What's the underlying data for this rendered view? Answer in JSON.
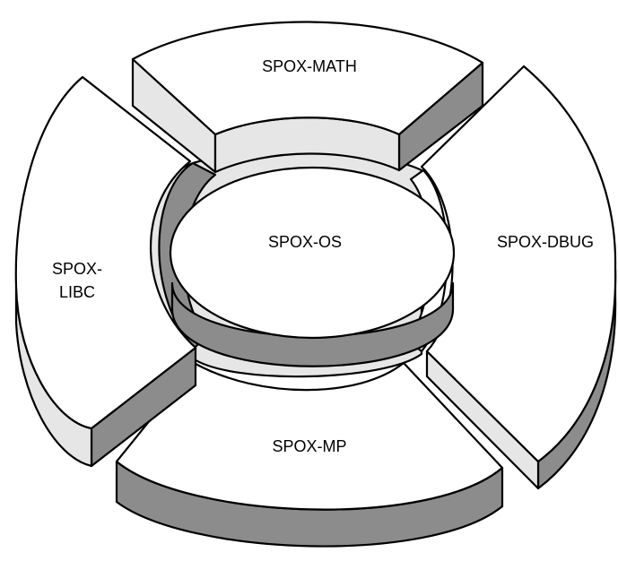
{
  "diagram": {
    "center": {
      "label": "SPOX-OS"
    },
    "segments": [
      {
        "id": "math",
        "label": "SPOX-MATH"
      },
      {
        "id": "dbug",
        "label": "SPOX-DBUG"
      },
      {
        "id": "mp",
        "label": "SPOX-MP"
      },
      {
        "id": "libc",
        "label_line1": "SPOX-",
        "label_line2": "LIBC"
      }
    ],
    "colors": {
      "face": "#ffffff",
      "side_light": "#e6e6e6",
      "side_dark": "#8c8c8c",
      "outline": "#000000"
    }
  }
}
